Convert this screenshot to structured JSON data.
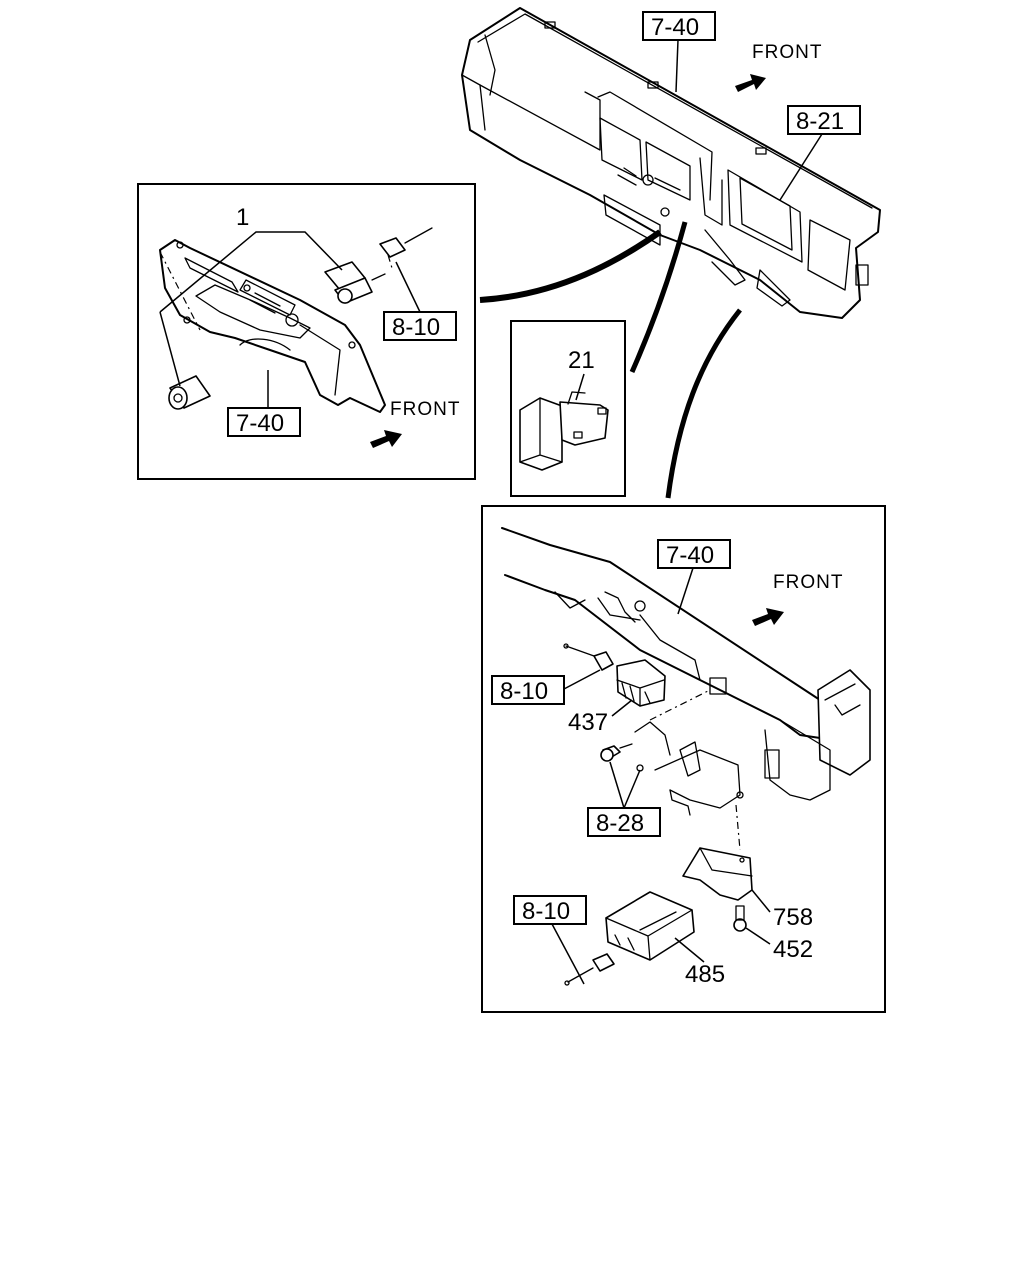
{
  "labels": {
    "front": "FRONT",
    "ref_7_40": "7-40",
    "ref_8_21": "8-21",
    "ref_8_10": "8-10",
    "ref_8_28": "8-28",
    "part_1": "1",
    "part_21": "21",
    "part_437": "437",
    "part_758": "758",
    "part_452": "452",
    "part_485": "485"
  }
}
